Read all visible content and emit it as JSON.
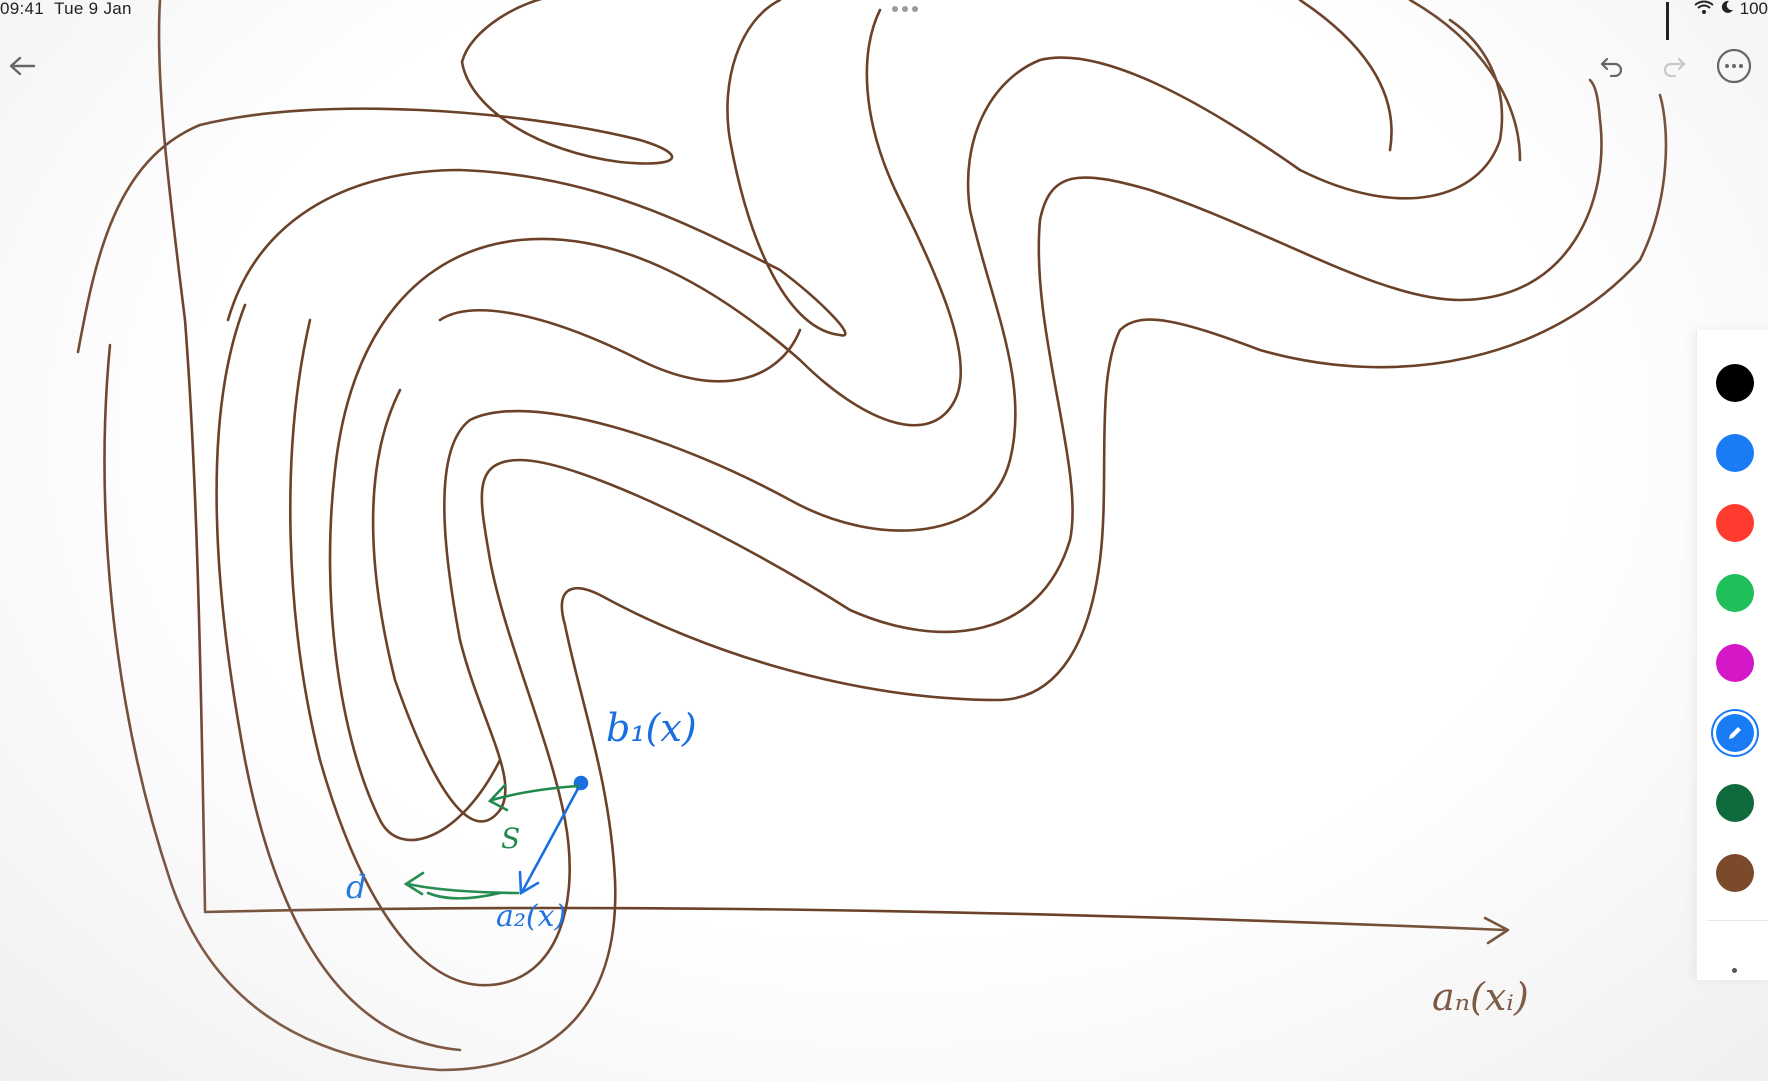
{
  "status_bar": {
    "time": "09:41",
    "date": "Tue 9 Jan",
    "battery": "100"
  },
  "toolbar": {
    "back_icon": "arrow-left-icon",
    "undo_icon": "undo-icon",
    "redo_icon": "redo-icon",
    "more_icon": "ellipsis-circle-icon"
  },
  "palette": {
    "colors": [
      "#000000",
      "#1a7cf5",
      "#ff3b30",
      "#1fbf5a",
      "#d418c8",
      "#1a7cf5",
      "#0f6b3c",
      "#7a4a2a"
    ],
    "selected_index": 5,
    "selected_tool_icon": "pencil-icon"
  },
  "ink_colors": {
    "contour": "#6b4128",
    "blue": "#1a6fe0",
    "green": "#1f8a4c"
  },
  "annotations": {
    "point_top": "b₁(x)",
    "point_bottom": "a₂(x)",
    "label_s": "S",
    "label_d": "d",
    "axis_label": "aₙ(xᵢ)"
  }
}
